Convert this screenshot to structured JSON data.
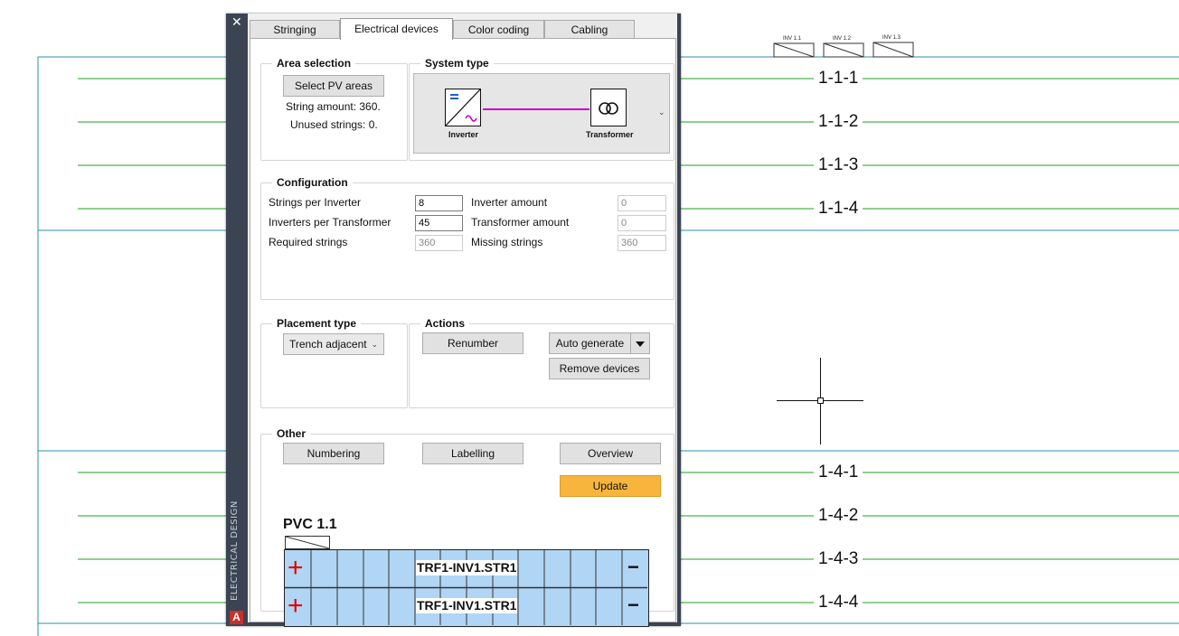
{
  "drawing": {
    "inverter_labels": [
      "INV 1.1",
      "INV 1.2",
      "INV 1.3"
    ],
    "string_labels_top": [
      "1-1-1",
      "1-1-2",
      "1-1-3",
      "1-1-4"
    ],
    "string_labels_bottom": [
      "1-4-1",
      "1-4-2",
      "1-4-3",
      "1-4-4"
    ],
    "line_colors": {
      "table": "#2a8fa8",
      "string": "#1fa11f"
    }
  },
  "palette": {
    "side_title": "ELECTRICAL DESIGN",
    "logo": "A",
    "close_icon": "✕"
  },
  "tabs": [
    "Stringing",
    "Electrical devices",
    "Color coding",
    "Cabling"
  ],
  "area_selection": {
    "title": "Area selection",
    "button": "Select PV areas",
    "string_amount": "String amount: 360.",
    "unused_strings": "Unused strings: 0."
  },
  "system_type": {
    "title": "System type",
    "inverter": "Inverter",
    "transformer": "Transformer"
  },
  "configuration": {
    "title": "Configuration",
    "strings_per_inverter_label": "Strings per Inverter",
    "strings_per_inverter": "8",
    "inverters_per_transformer_label": "Inverters per Transformer",
    "inverters_per_transformer": "45",
    "required_strings_label": "Required strings",
    "required_strings": "360",
    "inverter_amount_label": "Inverter amount",
    "inverter_amount": "0",
    "transformer_amount_label": "Transformer amount",
    "transformer_amount": "0",
    "missing_strings_label": "Missing strings",
    "missing_strings": "360"
  },
  "placement_type": {
    "title": "Placement type",
    "selected": "Trench adjacent"
  },
  "actions": {
    "title": "Actions",
    "renumber": "Renumber",
    "auto_generate": "Auto generate",
    "remove_devices": "Remove devices"
  },
  "other": {
    "title": "Other",
    "numbering": "Numbering",
    "labelling": "Labelling",
    "overview": "Overview",
    "update": "Update"
  },
  "preview": {
    "title": "PVC 1.1",
    "row1": "TRF1-INV1.STR1",
    "row2": "TRF1-INV1.STR1",
    "colors": {
      "fill": "#b1d5f4",
      "plus": "#e00000"
    }
  }
}
